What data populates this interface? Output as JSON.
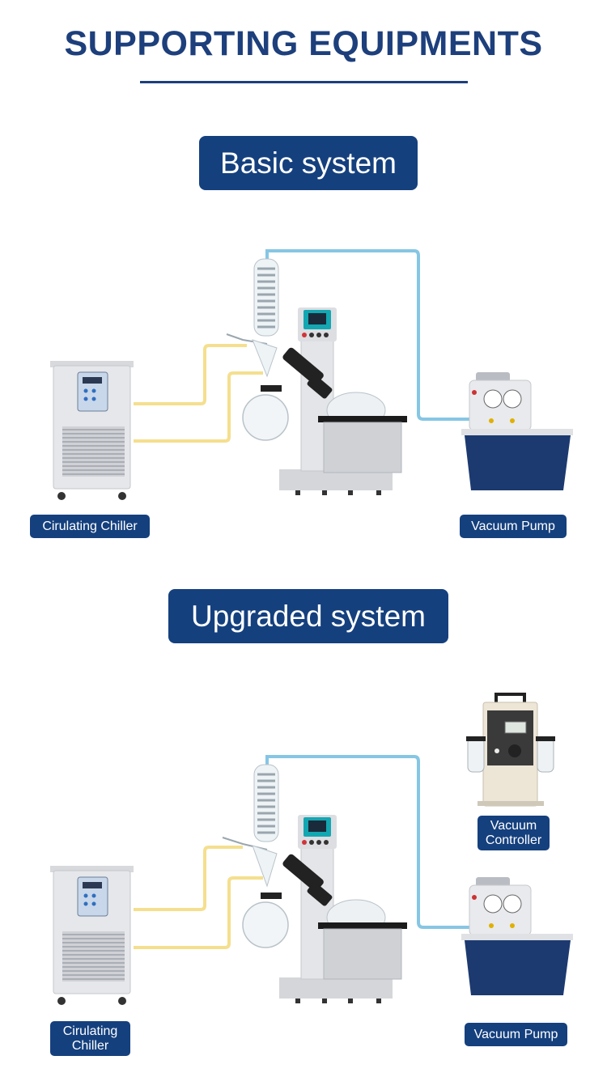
{
  "page": {
    "title": "SUPPORTING EQUIPMENTS"
  },
  "sections": [
    {
      "heading": "Basic system",
      "labels": {
        "chiller": "Cirulating Chiller",
        "pump": "Vacuum Pump"
      }
    },
    {
      "heading": "Upgraded system",
      "labels": {
        "chiller": "Cirulating Chiller",
        "controller": "Vacuum Controller",
        "pump": "Vacuum Pump"
      }
    }
  ],
  "colors": {
    "brand": "#15407e",
    "coolant_tube": "#f5df8e",
    "vacuum_tube": "#86c6e4",
    "pump_tank": "#1c3a70",
    "chiller_body": "#e6e7ea"
  }
}
